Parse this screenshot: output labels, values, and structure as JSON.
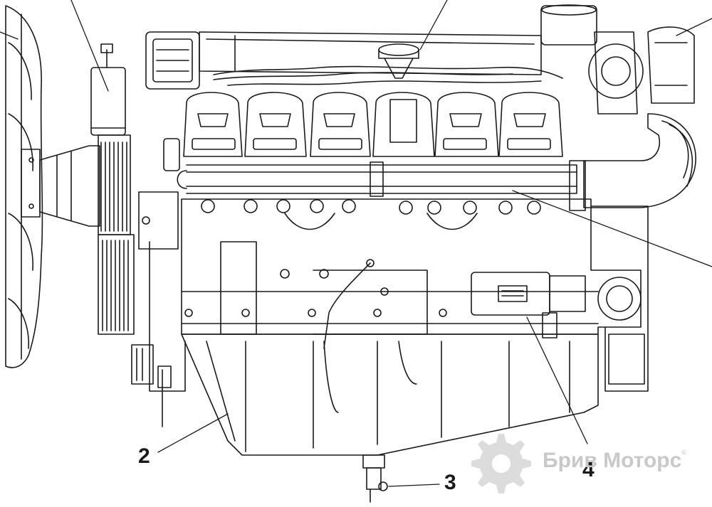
{
  "callouts": {
    "c2": "2",
    "c3": "3",
    "c4": "4"
  },
  "watermark": {
    "text": "Брив Моторс",
    "mark": "©",
    "icon": "gear-icon"
  },
  "colors": {
    "line": "#1a1a1a",
    "watermark": "#c9c9c9"
  }
}
